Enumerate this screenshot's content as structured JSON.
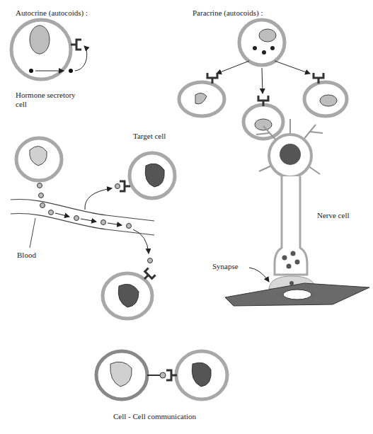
{
  "diagram": {
    "labels": [
      "Autocrine (autocoids) :",
      "Paracrine (autocoids) :",
      "Hormone secretory cell",
      "Target cell",
      "Blood",
      "Nerve cell",
      "Synapse",
      "Cell - Cell communication"
    ]
  }
}
